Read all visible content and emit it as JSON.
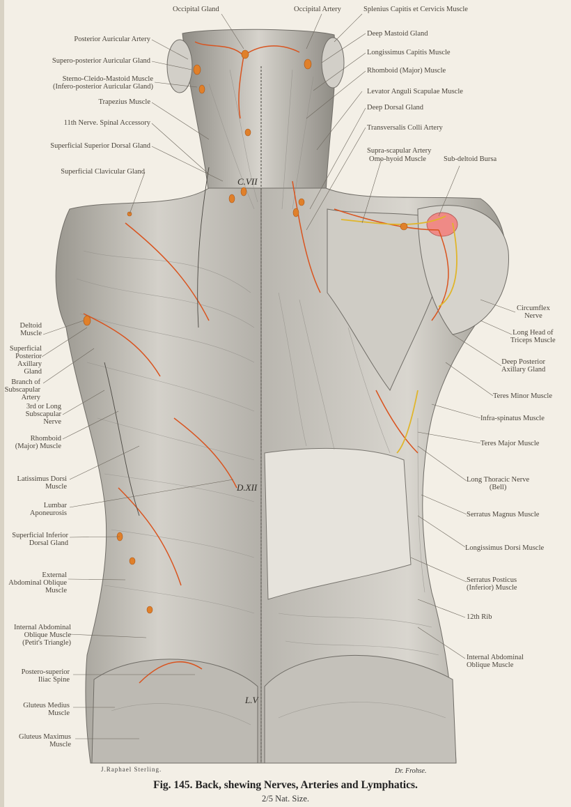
{
  "figure": {
    "caption": "Fig. 145.  Back, shewing Nerves, Arteries and Lymphatics.",
    "scale": "2/5 Nat. Size.",
    "artist": "Dr. Frohse.",
    "engraver_signature": "J.Raphael Sterling."
  },
  "region_marks": {
    "c7": "C.VII",
    "d12": "D.XII",
    "l5": "L.V"
  },
  "labels_top": [
    "Occipital Gland",
    "Occipital Artery",
    "Splenius Capitis et Cervicis Muscle"
  ],
  "labels_left_upper": [
    "Posterior Auricular Artery",
    "Supero-posterior Auricular Gland",
    "Sterno-Cleido-Mastoid Muscle\n(Infero-posterior Auricular Gland)",
    "Trapezius Muscle",
    "11th Nerve.  Spinal Accessory",
    "Superficial Superior Dorsal Gland",
    "Superficial Clavicular Gland"
  ],
  "labels_left_lower": [
    "Deltoid\nMuscle",
    "Superficial\nPosterior\nAxillary\nGland",
    "Branch of\nSubscapular\nArtery",
    "3rd or Long\nSubscapular\nNerve",
    "Rhomboid\n(Major) Muscle",
    "Latissimus Dorsi\nMuscle",
    "Lumbar\nAponeurosis",
    "Superficial Inferior\nDorsal Gland",
    "External\nAbdominal Oblique\nMuscle",
    "Internal Abdominal\nOblique Muscle\n(Petit's Triangle)",
    "Postero-superior\nIliac Spine",
    "Gluteus Medius\nMuscle",
    "Gluteus Maximus\nMuscle"
  ],
  "labels_right_upper": [
    "Deep Mastoid Gland",
    "Longissimus Capitis Muscle",
    "Rhomboid (Major) Muscle",
    "Levator Anguli Scapulae Muscle",
    "Deep Dorsal Gland",
    "Transversalis Colli Artery",
    "Supra-scapular Artery",
    "Omo-hyoid Muscle",
    "Sub-deltoid Bursa"
  ],
  "labels_right_lower": [
    "Circumflex\nNerve",
    "Long Head of\nTriceps Muscle",
    "Deep Posterior\nAxillary Gland",
    "Teres Minor Muscle",
    "Infra-spinatus Muscle",
    "Teres Major Muscle",
    "Long Thoracic Nerve\n(Bell)",
    "Serratus Magnus Muscle",
    "Longissimus Dorsi Muscle",
    "Serratus Posticus\n(Inferior) Muscle",
    "12th Rib",
    "Internal Abdominal\nOblique Muscle"
  ],
  "colors": {
    "paper": "#f3efe6",
    "muscle": "#c9c6bf",
    "muscle_shadow": "#8e8b85",
    "artery": "#d9531e",
    "gland": "#e0802a",
    "nerve": "#e0b52a",
    "bursa": "#ef8a86",
    "ink": "#3a352e"
  }
}
